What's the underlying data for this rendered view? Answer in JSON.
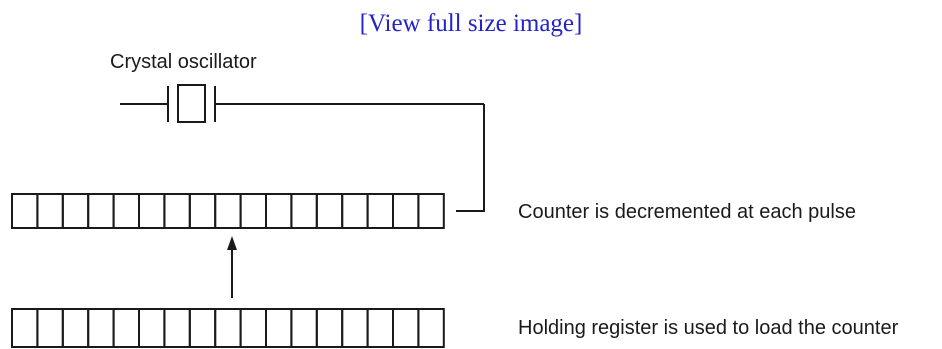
{
  "header": {
    "link_text": "[View full size image]"
  },
  "diagram": {
    "oscillator_label": "Crystal oscillator",
    "counter_label": "Counter is decremented at each pulse",
    "holding_label": "Holding register is used to load the counter"
  },
  "colors": {
    "link": "#2323c8",
    "ink": "#1a1a1a"
  }
}
